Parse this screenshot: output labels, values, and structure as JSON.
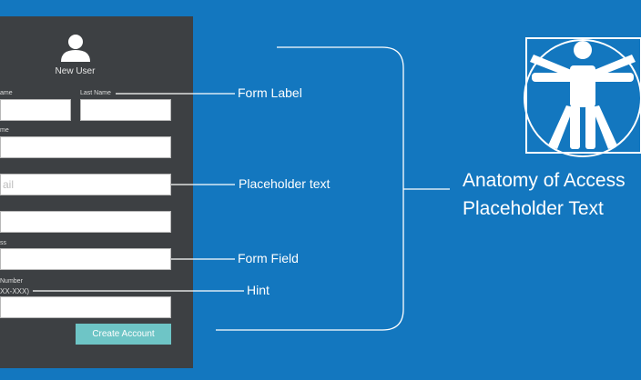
{
  "form": {
    "title": "New User",
    "labels": {
      "first_name": "ame",
      "last_name": "Last Name",
      "username": "me",
      "email_placeholder": "ail",
      "address": "ss",
      "phone": "Number",
      "phone_hint": "XX-XXX)"
    },
    "button": "Create Account"
  },
  "callouts": {
    "form_label": "Form Label",
    "placeholder": "Placeholder text",
    "form_field": "Form Field",
    "hint": "Hint"
  },
  "heading": {
    "line1": "Anatomy of Access",
    "line2": "Placeholder Text"
  },
  "colors": {
    "background": "#1377bf",
    "panel": "#3d4043",
    "button": "#6ec5c6"
  },
  "icons": [
    "user-icon",
    "vitruvian-man-icon"
  ]
}
